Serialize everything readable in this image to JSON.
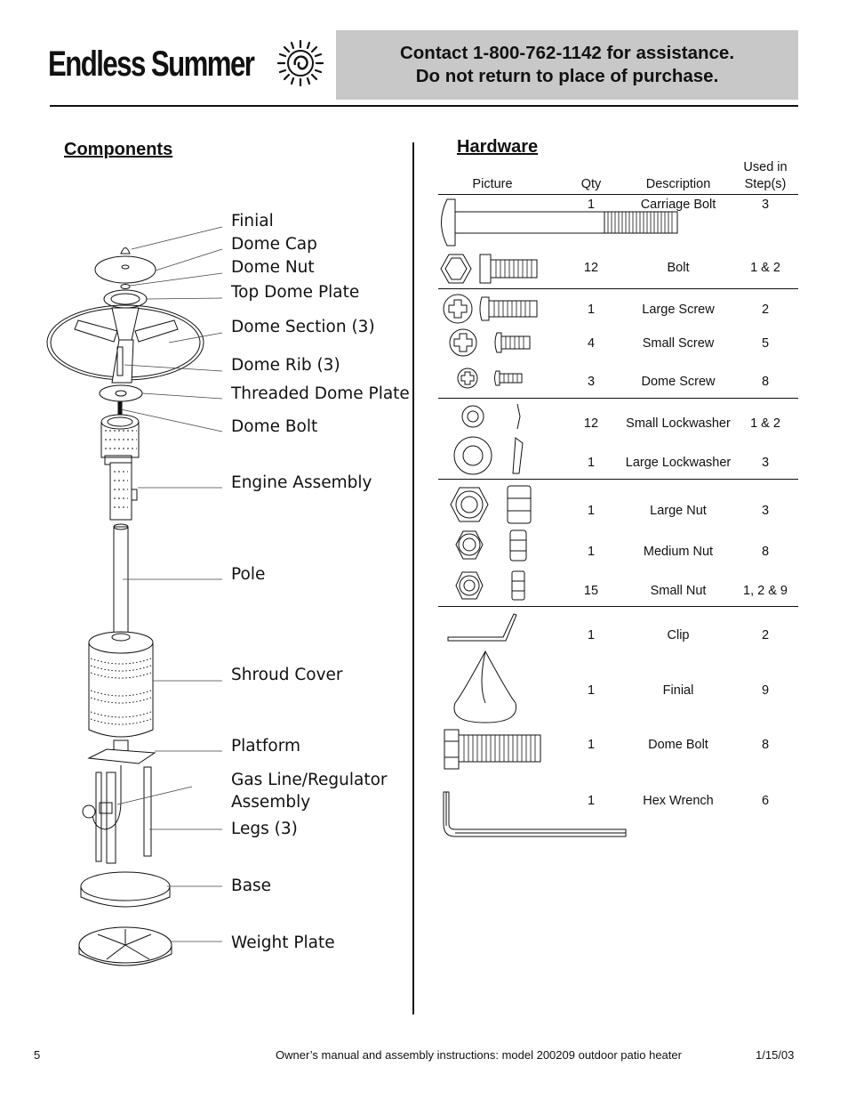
{
  "brand": {
    "name": "Endless Summer"
  },
  "contact": {
    "line1": "Contact 1-800-762-1142 for assistance.",
    "line2": "Do not return to place of purchase."
  },
  "components": {
    "title": "Components",
    "labels": [
      "Finial",
      "Dome Cap",
      "Dome Nut",
      "Top Dome Plate",
      "Dome Section (3)",
      "Dome Rib (3)",
      "Threaded Dome Plate",
      "Dome Bolt",
      "Engine Assembly",
      "Pole",
      "Shroud Cover",
      "Platform",
      "Gas Line/Regulator",
      "Assembly",
      "Legs (3)",
      "Base",
      "Weight Plate"
    ]
  },
  "hardware": {
    "title": "Hardware",
    "headers": {
      "picture": "Picture",
      "qty": "Qty",
      "description": "Description",
      "used_line1": "Used in",
      "used_line2": "Step(s)"
    },
    "rows": [
      {
        "qty": "1",
        "description": "Carriage Bolt",
        "steps": "3"
      },
      {
        "qty": "12",
        "description": "Bolt",
        "steps": "1 & 2"
      },
      {
        "qty": "1",
        "description": "Large Screw",
        "steps": "2"
      },
      {
        "qty": "4",
        "description": "Small Screw",
        "steps": "5"
      },
      {
        "qty": "3",
        "description": "Dome Screw",
        "steps": "8"
      },
      {
        "qty": "12",
        "description": "Small Lockwasher",
        "steps": "1 & 2"
      },
      {
        "qty": "1",
        "description": "Large Lockwasher",
        "steps": "3"
      },
      {
        "qty": "1",
        "description": "Large Nut",
        "steps": "3"
      },
      {
        "qty": "1",
        "description": "Medium Nut",
        "steps": "8"
      },
      {
        "qty": "15",
        "description": "Small Nut",
        "steps": "1, 2 & 9"
      },
      {
        "qty": "1",
        "description": "Clip",
        "steps": "2"
      },
      {
        "qty": "1",
        "description": "Finial",
        "steps": "9"
      },
      {
        "qty": "1",
        "description": "Dome Bolt",
        "steps": "8"
      },
      {
        "qty": "1",
        "description": "Hex Wrench",
        "steps": "6"
      }
    ]
  },
  "footer": {
    "page": "5",
    "manual": "Owner’s manual and assembly instructions: model 200209 outdoor patio heater",
    "date": "1/15/03"
  }
}
